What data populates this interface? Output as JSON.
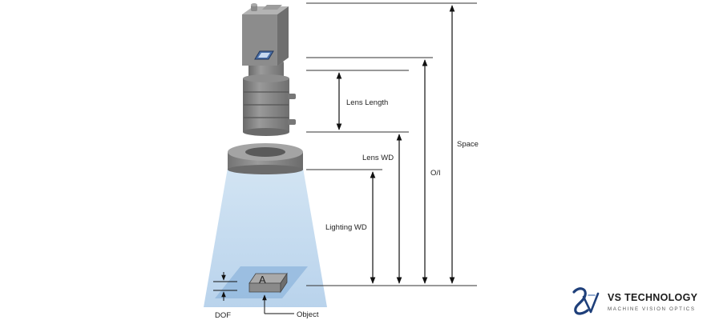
{
  "labels": {
    "lens_length": "Lens Length",
    "lens_wd": "Lens WD",
    "oi": "O/I",
    "space": "Space",
    "lighting_wd": "Lighting WD",
    "dof": "DOF",
    "object": "Object",
    "object_letter": "A"
  },
  "brand": {
    "name": "VS TECHNOLOGY",
    "tagline": "MACHINE VISION OPTICS"
  },
  "colors": {
    "camera_gray": "#8c8c8c",
    "lens_gray": "#7e7e7e",
    "light_cone_blue": "#c6dcf0",
    "sensor_blue": "#4a6fa8",
    "object_plane_blue": "#8fb6dc",
    "brand_accent": "#1e3f7a"
  }
}
